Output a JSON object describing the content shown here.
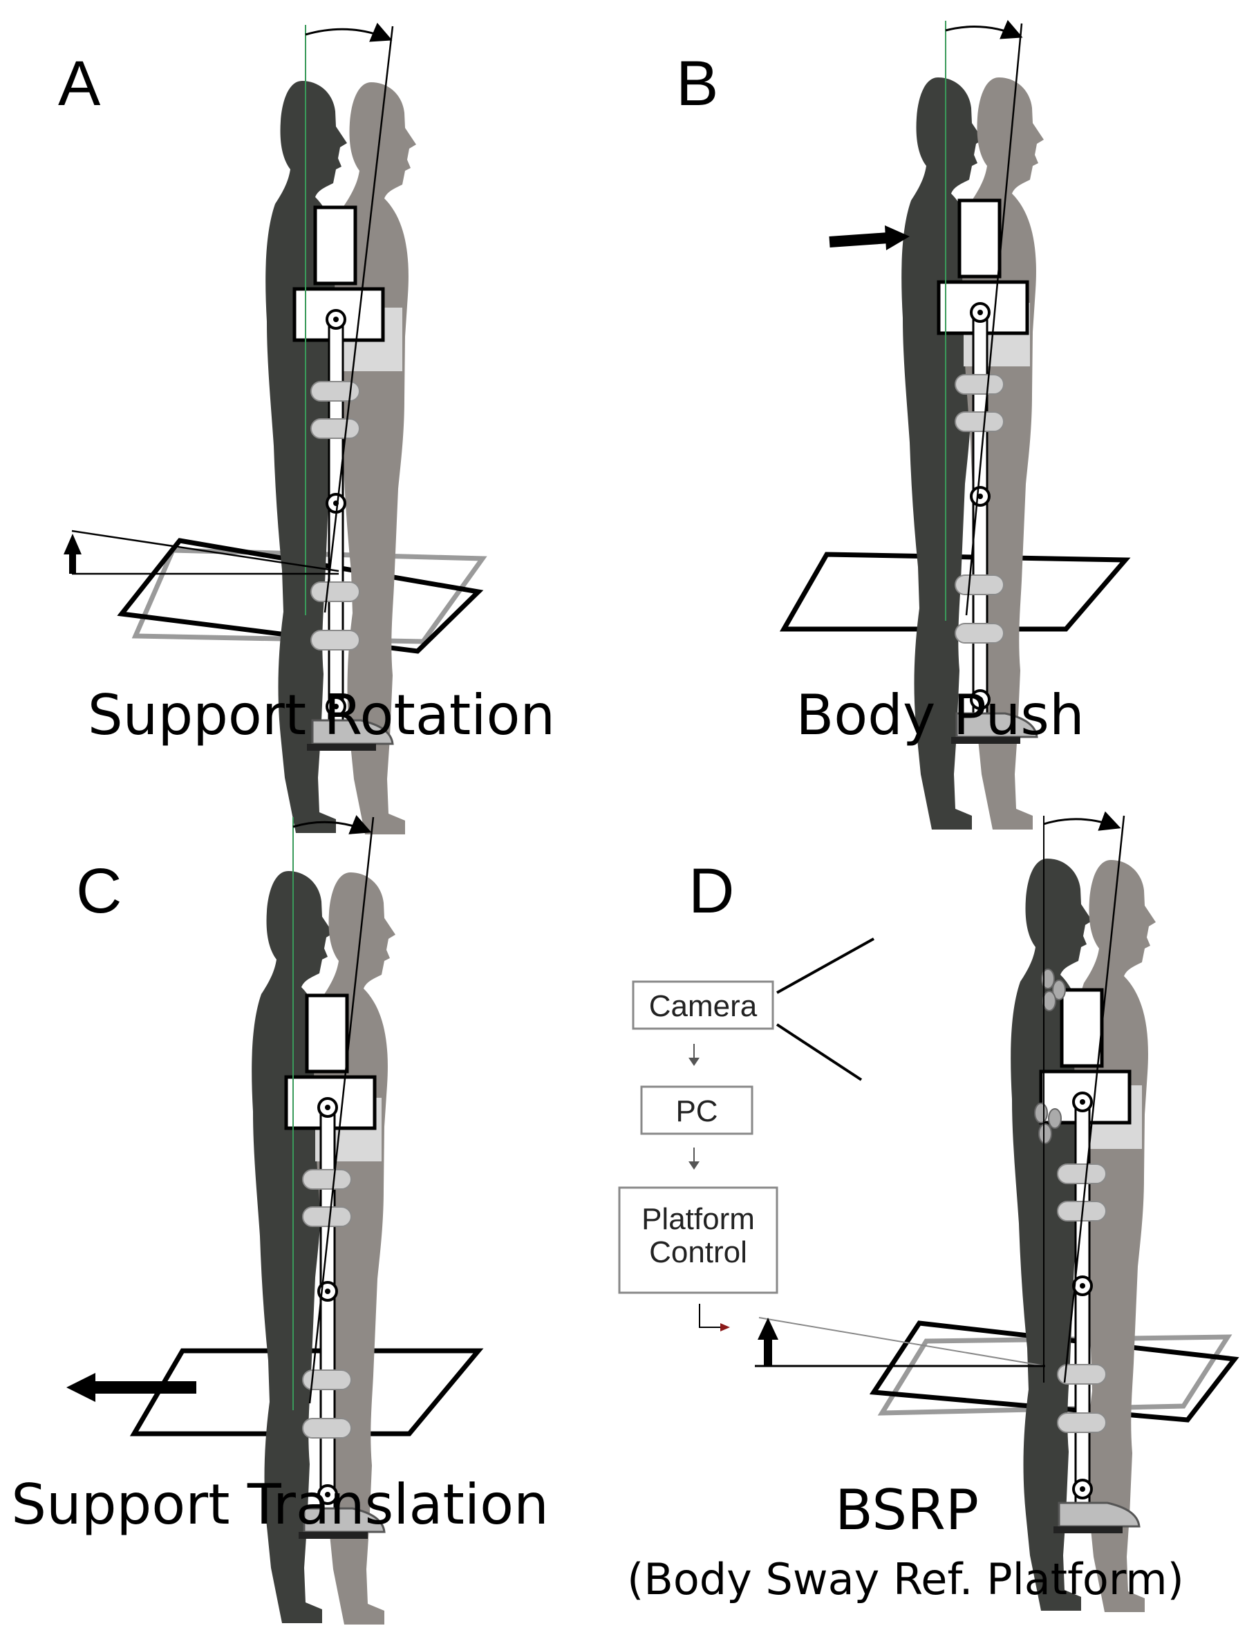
{
  "panels": [
    {
      "letter": "A",
      "caption": "Support Rotation"
    },
    {
      "letter": "B",
      "caption": "Body Push"
    },
    {
      "letter": "C",
      "caption": "Support Translation"
    },
    {
      "letter": "D",
      "caption": "BSRP",
      "subcaption": "(Body Sway Ref. Platform)"
    }
  ],
  "flowchart": {
    "camera": "Camera",
    "pc": "PC",
    "platform_line1": "Platform",
    "platform_line2": "Control"
  },
  "colors": {
    "figure_dark": "#3d3f3c",
    "figure_light": "#8f8a86",
    "vertical_line": "#3a9a5a",
    "platform_gray": "#9a9a9a",
    "belt": "#d9d9d9"
  }
}
